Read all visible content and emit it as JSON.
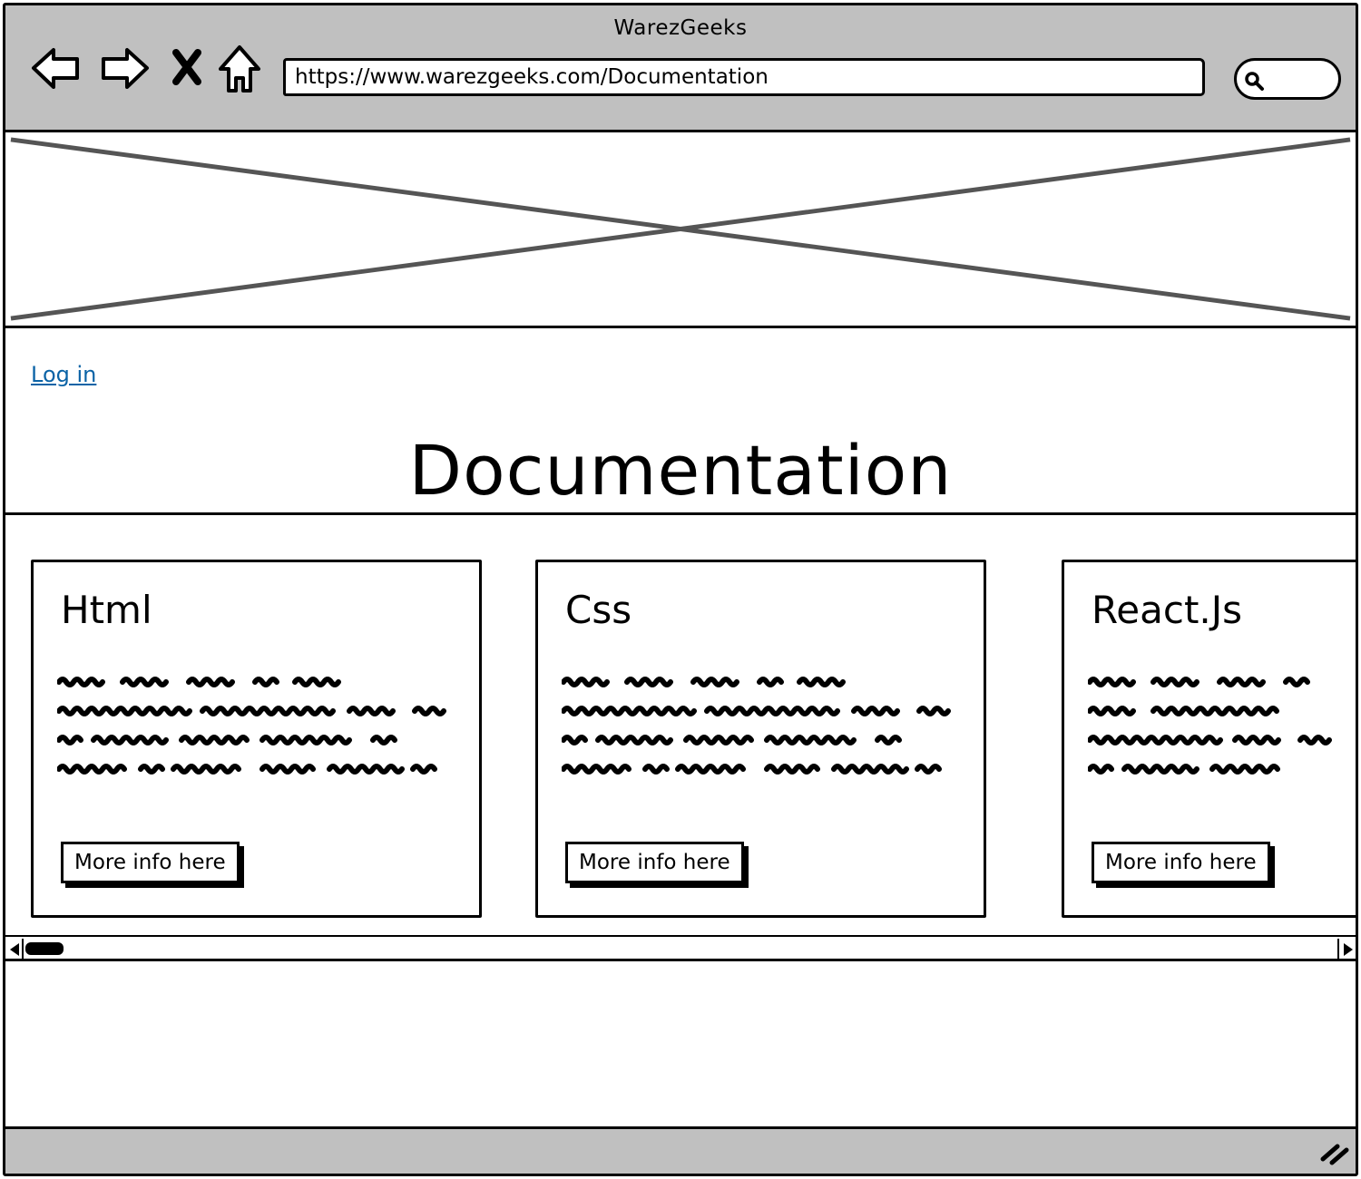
{
  "window": {
    "title": "WarezGeeks"
  },
  "toolbar": {
    "back_icon": "arrow-left-icon",
    "forward_icon": "arrow-right-icon",
    "stop_icon": "close-icon",
    "home_icon": "home-icon",
    "url": "https://www.warezgeeks.com/Documentation",
    "search_icon": "search-icon",
    "search_value": ""
  },
  "hero": {
    "type": "image-placeholder"
  },
  "header": {
    "login_link": "Log in",
    "page_title": "Documentation"
  },
  "cards": [
    {
      "title": "Html",
      "button": "More info here"
    },
    {
      "title": "Css",
      "button": "More info here"
    },
    {
      "title": "React.Js",
      "button": "More info here"
    }
  ],
  "colors": {
    "chrome": "#c0c0c0",
    "link": "#0b63a6",
    "placeholder_stroke": "#555555"
  }
}
